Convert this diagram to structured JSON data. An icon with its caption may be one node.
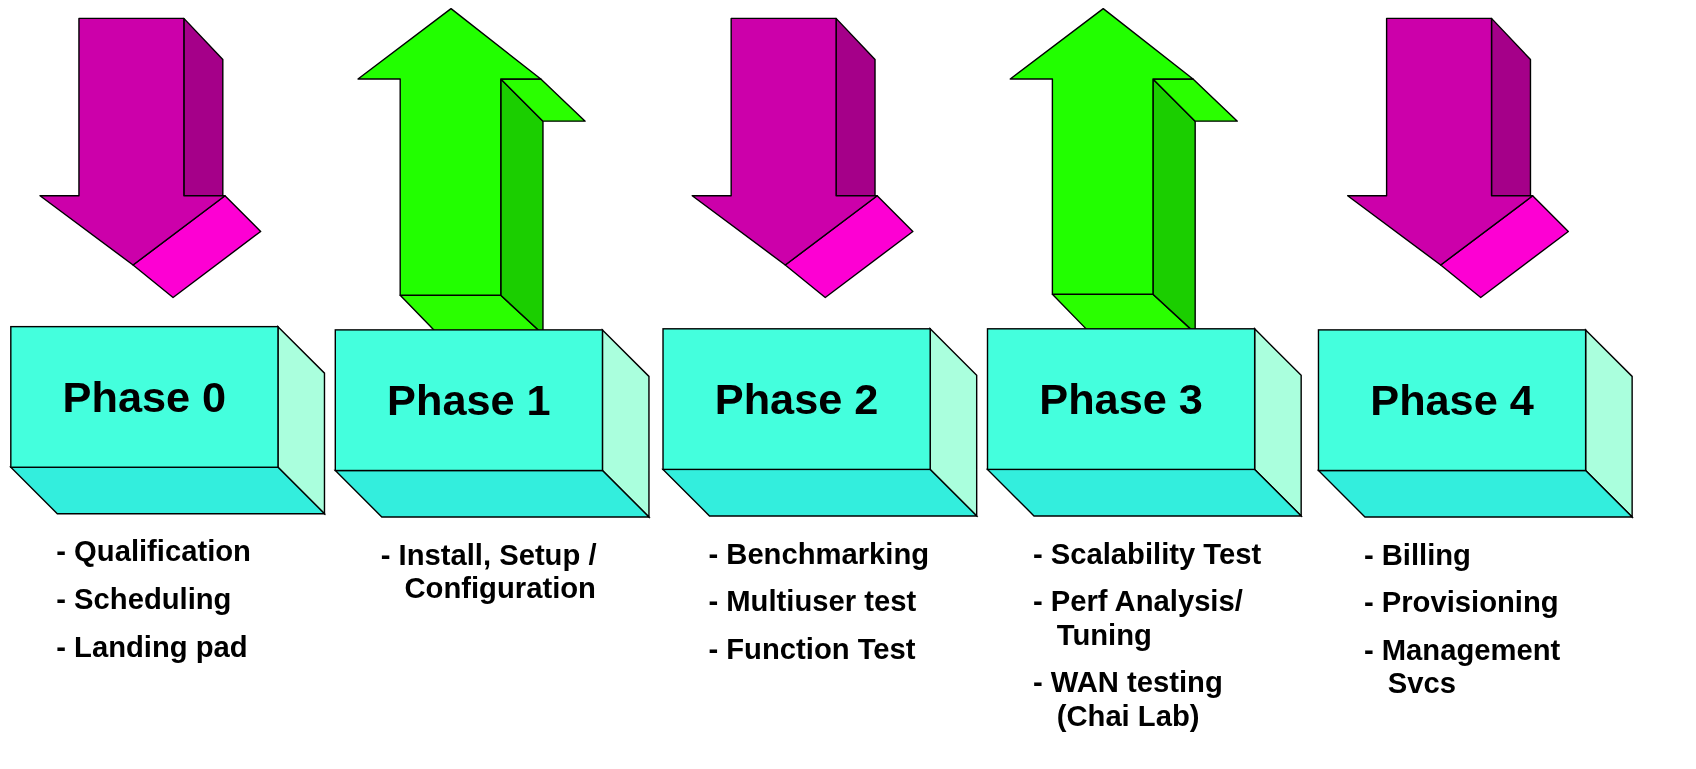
{
  "diagram": {
    "nodes": [
      {
        "text": [
          "Phase 0"
        ],
        "beside": [
          "- Qualification",
          "- Scheduling",
          "- Landing pad"
        ]
      },
      {
        "text": [
          "Phase 1"
        ],
        "beside": [
          "- Install, Setup / Configuration"
        ]
      },
      {
        "text": [
          "Phase 2"
        ],
        "beside": [
          "- Benchmarking",
          "- Multiuser test",
          "- Function Test"
        ]
      },
      {
        "text": [
          "Phase 3"
        ],
        "beside": [
          "- Scalability Test",
          "- Perf Analysis/ Tuning",
          "- WAN testing (Chai Lab)"
        ]
      },
      {
        "text": [
          "Phase 4"
        ],
        "beside": [
          "- Billing",
          "- Provisioning",
          "- Management Svcs"
        ]
      }
    ]
  }
}
